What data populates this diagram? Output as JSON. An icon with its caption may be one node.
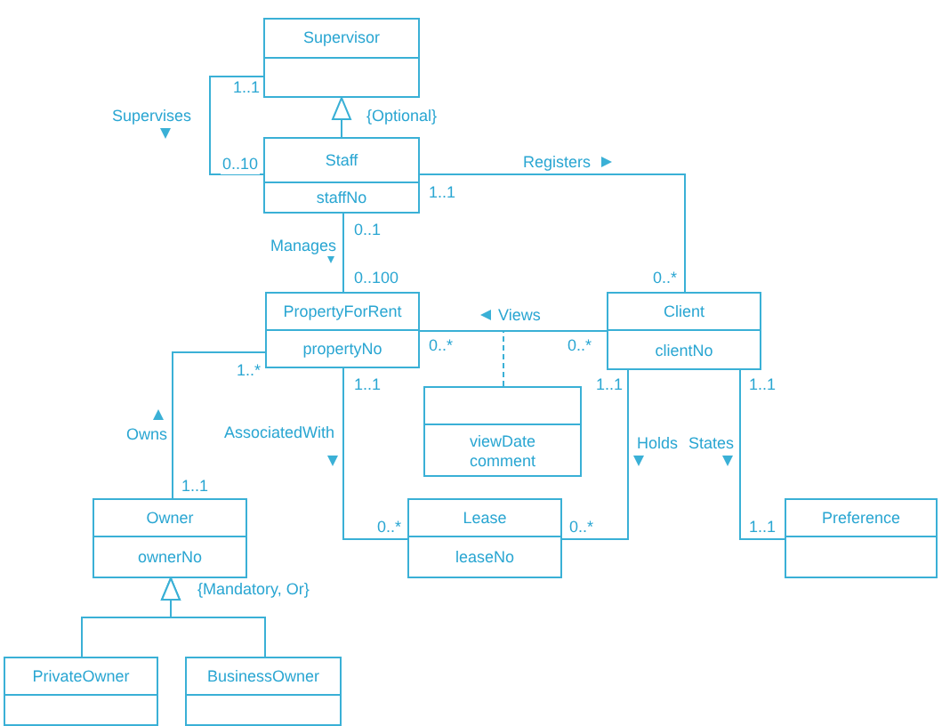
{
  "diagram": {
    "nodes": [
      {
        "text": [
          "Supervisor"
        ]
      },
      {
        "text": [
          "Staff",
          "staffNo"
        ]
      },
      {
        "text": [
          "PropertyForRent",
          "propertyNo"
        ]
      },
      {
        "text": [
          "Client",
          "clientNo"
        ]
      },
      {
        "text": [
          "viewDate comment"
        ]
      },
      {
        "text": [
          "Lease",
          "leaseNo"
        ]
      },
      {
        "text": [
          "Preference"
        ]
      },
      {
        "text": [
          "Owner",
          "ownerNo"
        ]
      },
      {
        "text": [
          "PrivateOwner"
        ]
      },
      {
        "text": [
          "BusinessOwner"
        ]
      }
    ],
    "edges": [
      {
        "from": 0,
        "to": 1,
        "arrow": "none",
        "label": "Supervises"
      },
      {
        "from": 1,
        "to": 0,
        "arrow": "to",
        "label": "{Optional}"
      },
      {
        "from": 1,
        "to": 3,
        "arrow": "none",
        "label": "Registers"
      },
      {
        "from": 1,
        "to": 2,
        "arrow": "none",
        "label": "Manages"
      },
      {
        "from": 2,
        "to": 3,
        "arrow": "none",
        "label": "Views"
      },
      {
        "from": 4,
        "to": null,
        "arrow": "none",
        "style": "dashed"
      },
      {
        "from": 2,
        "to": 7,
        "arrow": "none",
        "label": "Owns"
      },
      {
        "from": 2,
        "to": 5,
        "arrow": "none",
        "label": "AssociatedWith"
      },
      {
        "from": 3,
        "to": 5,
        "arrow": "none",
        "label": "Holds"
      },
      {
        "from": 3,
        "to": 6,
        "arrow": "none",
        "label": "States"
      },
      {
        "from": 8,
        "to": 7,
        "arrow": "to",
        "label": "{Mandatory, Or}"
      },
      {
        "from": 9,
        "to": 7,
        "arrow": "to"
      }
    ],
    "labels": [
      "1..1",
      "0..10",
      "1..1",
      "0..1",
      "0..100",
      "0..*",
      "0..*",
      "0..*",
      "1..*",
      "1..1",
      "1..1",
      "1..1",
      "1..1",
      "0..*",
      "0..*",
      "1..1"
    ]
  }
}
